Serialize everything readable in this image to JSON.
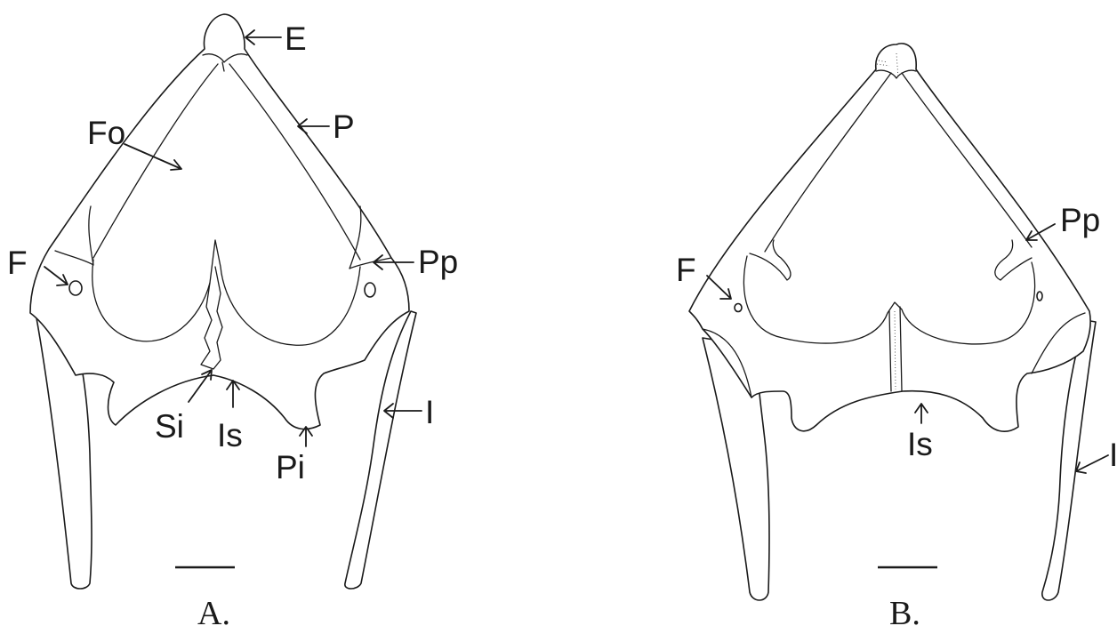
{
  "figure": {
    "panel_a": {
      "caption": "A.",
      "labels": {
        "e": "E",
        "p": "P",
        "fo": "Fo",
        "f": "F",
        "pp": "Pp",
        "si": "Si",
        "is": "Is",
        "pi": "Pi",
        "i": "I"
      }
    },
    "panel_b": {
      "caption": "B.",
      "labels": {
        "pp": "Pp",
        "f": "F",
        "is": "Is",
        "i": "I"
      }
    }
  }
}
